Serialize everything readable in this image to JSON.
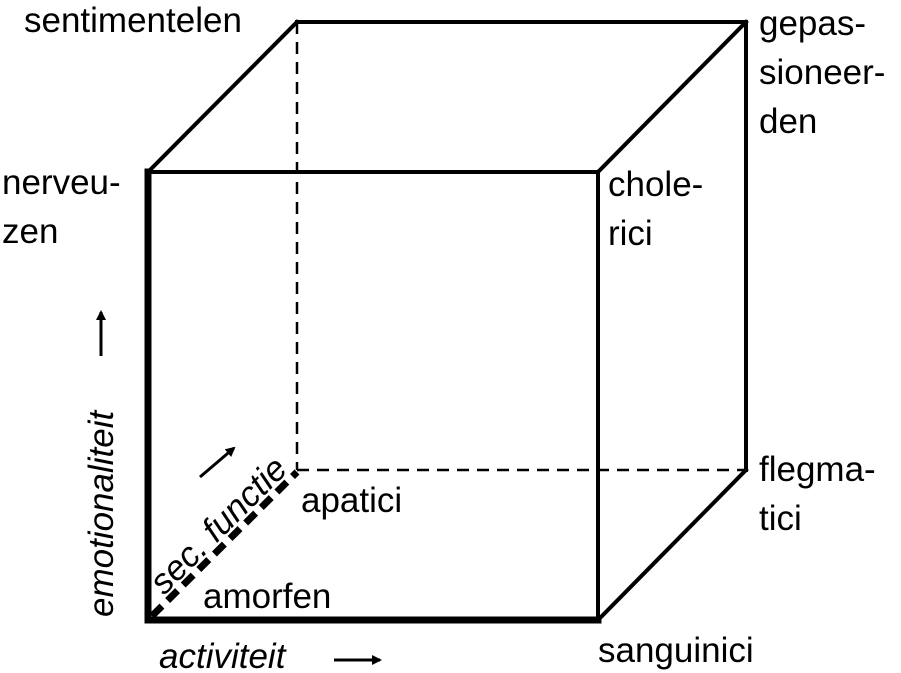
{
  "corners": {
    "sentimentelen": "sentimentelen",
    "gepassioneerden": [
      "gepas-",
      "sioneer-",
      "den"
    ],
    "nerveuzen": [
      "nerveu-",
      "zen"
    ],
    "cholerici": [
      "chole-",
      "rici"
    ],
    "apatici": "apatici",
    "flegmatici": [
      "flegma-",
      "tici"
    ],
    "amorfen": "amorfen",
    "sanguinici": "sanguinici"
  },
  "axes": {
    "emotionaliteit": "emotionaliteit",
    "secundaire_functie": "sec. functie",
    "activiteit": "activiteit"
  }
}
